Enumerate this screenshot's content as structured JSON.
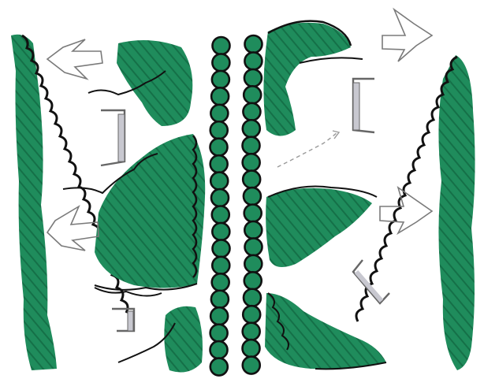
{
  "colors": {
    "paper": "#ffffff",
    "green": "#1f8c5c",
    "green_dark": "#157048",
    "ink": "#111111",
    "outline_gray": "#7a7a7a",
    "bracket_fill": "#c8c8d0"
  },
  "elements": {
    "left_wall": "hatched-wall",
    "right_wall": "hatched-wall",
    "center_chains": "bead-chain",
    "green_blobs": "hatched-blob",
    "arrows": "outline-arrow",
    "brackets": "bracket-shape"
  }
}
